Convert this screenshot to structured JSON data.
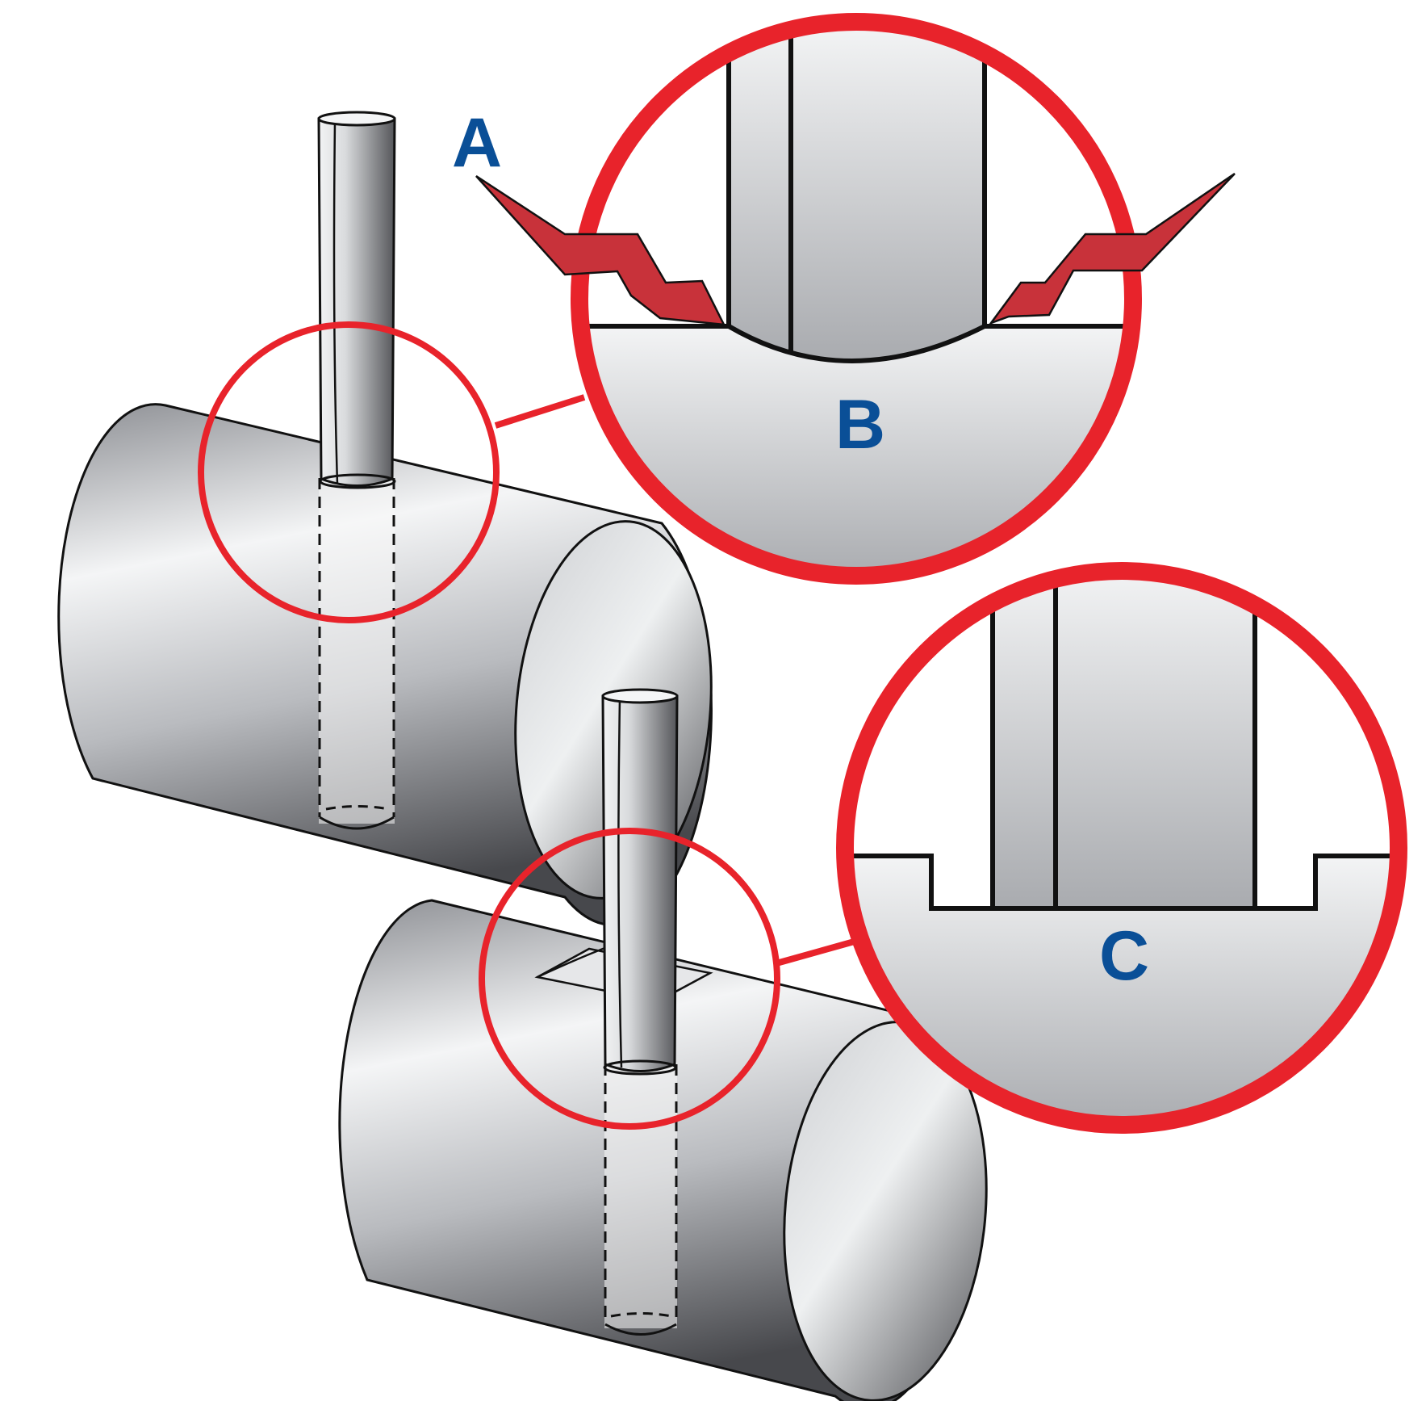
{
  "labels": {
    "a": "A",
    "b": "B",
    "c": "C"
  },
  "colors": {
    "callout_red": "#e8232b",
    "crack_red": "#c8323a",
    "label_blue": "#0a4f97",
    "outline": "#111111",
    "metal_light": "#f4f5f6",
    "metal_mid": "#bcbec2",
    "metal_dark": "#4a4b4f",
    "background": "#ffffff"
  }
}
